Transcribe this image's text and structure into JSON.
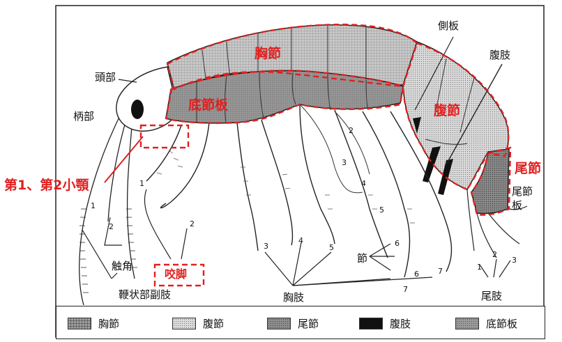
{
  "labels": {
    "head": "頭部",
    "stalk": "柄部",
    "maxilla": "第1、第2小顎",
    "antenna": "触角",
    "accessory_flagellum": "鞭状部副肢",
    "gnathopod": "咬脚",
    "pereopod": "胸肢",
    "segment": "節",
    "pleopod": "腹肢",
    "uropod": "尾肢",
    "side_plate": "側板",
    "telson_plate": "尾節\n板",
    "ant_1": "1",
    "ant_2": "2",
    "gn_1": "1",
    "gn_2": "2",
    "leg_2": "2",
    "leg_3": "3",
    "leg_3b": "3",
    "leg_4": "4",
    "leg_4b": "4",
    "leg_5": "5",
    "leg_5b": "5",
    "leg_6": "6",
    "leg_6b": "6",
    "leg_7": "7",
    "leg_7b": "7",
    "uro_1": "1",
    "uro_2": "2",
    "uro_3": "3"
  },
  "red_labels": {
    "thorax": "胸節",
    "coxal_plate": "底節板",
    "abdomen": "腹節",
    "telson": "尾節",
    "maxilla": "第1、第2小顎",
    "gnathopod": "咬脚"
  },
  "legend": [
    {
      "label": "胸節",
      "pattern": "pat-grid"
    },
    {
      "label": "腹節",
      "pattern": "pat-dots"
    },
    {
      "label": "尾節",
      "pattern": "pat-dense"
    },
    {
      "label": "腹肢",
      "pattern": "solid-black"
    },
    {
      "label": "底節板",
      "pattern": "pat-stipple"
    }
  ],
  "colors": {
    "accent_red": "#e02020",
    "ink": "#111111"
  }
}
